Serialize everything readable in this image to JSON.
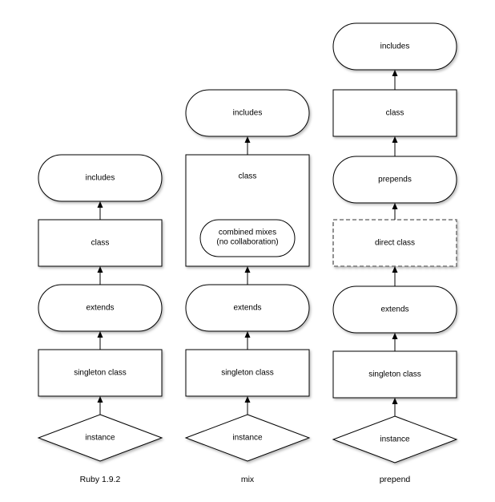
{
  "columns": [
    {
      "caption": "Ruby 1.9.2",
      "nodes": {
        "includes": "includes",
        "class": "class",
        "extends": "extends",
        "singleton": "singleton class",
        "instance": "instance"
      }
    },
    {
      "caption": "mix",
      "nodes": {
        "includes": "includes",
        "class": "class",
        "combined_line1": "combined mixes",
        "combined_line2": "(no collaboration)",
        "extends": "extends",
        "singleton": "singleton class",
        "instance": "instance"
      }
    },
    {
      "caption": "prepend",
      "nodes": {
        "includes": "includes",
        "class": "class",
        "prepends": "prepends",
        "direct_class": "direct class",
        "extends": "extends",
        "singleton": "singleton class",
        "instance": "instance"
      }
    }
  ]
}
